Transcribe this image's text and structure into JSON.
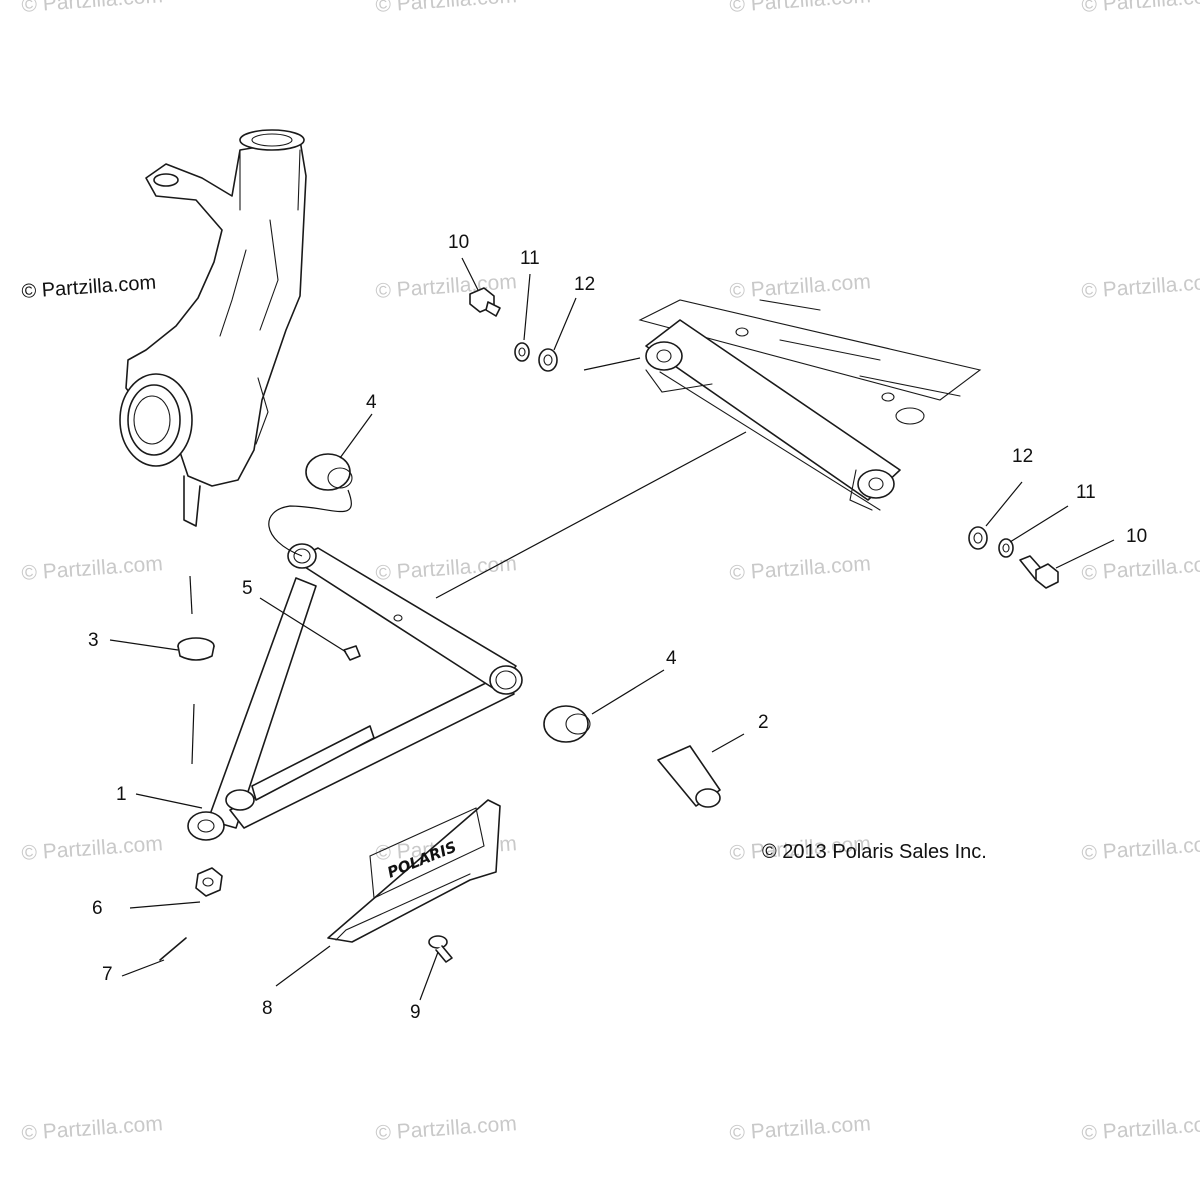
{
  "watermark_text": "© Partzilla.com",
  "corner_credit": "© Partzilla.com",
  "copyright": "© 2013 Polaris Sales Inc.",
  "brand_logo_text": "POLARIS",
  "callouts": [
    "1",
    "2",
    "3",
    "4",
    "4",
    "5",
    "6",
    "7",
    "8",
    "9",
    "10",
    "11",
    "12",
    "12",
    "11",
    "10"
  ]
}
